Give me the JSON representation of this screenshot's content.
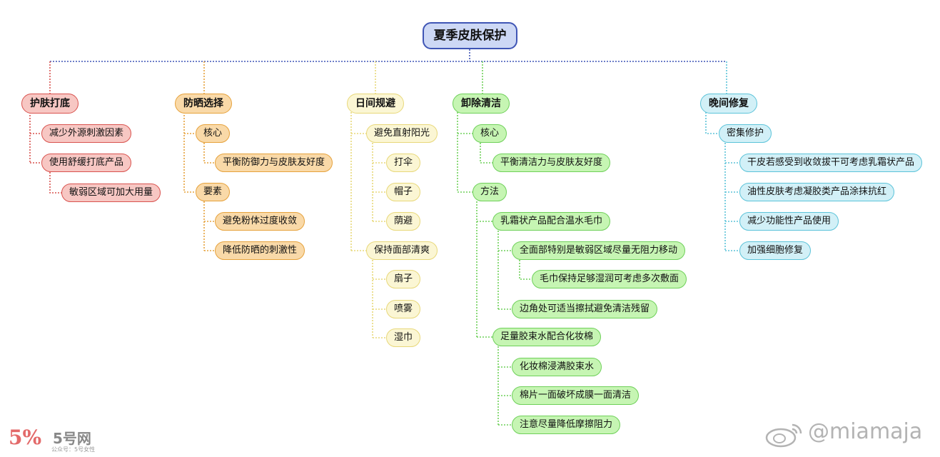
{
  "root": "夏季皮肤保护",
  "branches": [
    {
      "label": "护肤打底",
      "items": [
        "减少外源刺激因素",
        "使用舒缓打底产品",
        "敏弱区域可加大用量"
      ]
    },
    {
      "label": "防晒选择",
      "items": [
        "核心",
        "平衡防御力与皮肤友好度",
        "要素",
        "避免粉体过度收敛",
        "降低防晒的刺激性"
      ]
    },
    {
      "label": "日间规避",
      "items": [
        "避免直射阳光",
        "打伞",
        "帽子",
        "荫避",
        "保持面部清爽",
        "扇子",
        "喷雾",
        "湿巾"
      ]
    },
    {
      "label": "卸除清洁",
      "items": [
        "核心",
        "平衡清洁力与皮肤友好度",
        "方法",
        "乳霜状产品配合温水毛巾",
        "全面部特别是敏弱区域尽量无阻力移动",
        "毛巾保持足够湿润可考虑多次敷面",
        "边角处可适当擦拭避免清洁残留",
        "足量胶束水配合化妆棉",
        "化妆棉浸满胶束水",
        "棉片一面破坏成膜一面清洁",
        "注意尽量降低摩擦阻力"
      ]
    },
    {
      "label": "晚间修复",
      "items": [
        "密集修护",
        "干皮若感受到收敛拔干可考虑乳霜状产品",
        "油性皮肤考虑凝胶类产品涂抹抗红",
        "减少功能性产品使用",
        "加强细胞修复"
      ]
    }
  ],
  "watermark_left": {
    "mark": "5%",
    "name": "5号网",
    "sub": "公众号：5号女性"
  },
  "watermark_right": {
    "text": "@miamaja",
    "icon": "weibo-icon"
  },
  "colors": {
    "root_fill": "#cdd8f5",
    "root_border": "#3f55b5",
    "red": "#d9534f",
    "orange": "#e6a23c",
    "yellow": "#e8d87a",
    "green": "#6fd05a",
    "cyan": "#5cc3d9"
  }
}
